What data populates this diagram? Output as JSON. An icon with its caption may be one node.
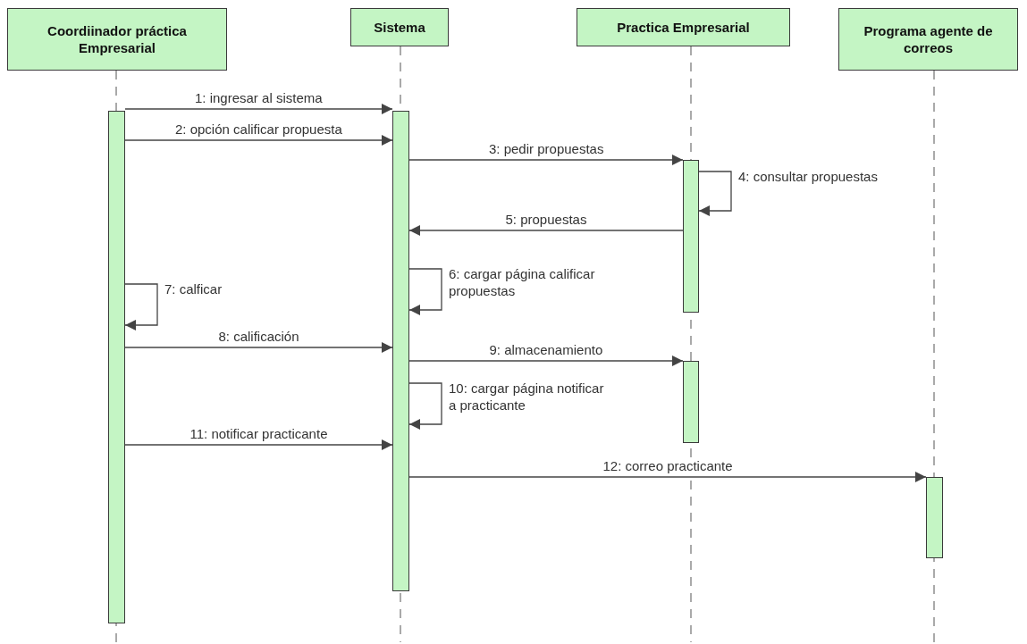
{
  "diagram": {
    "nodes": [
      {
        "text": [
          "Coordiinador práctica Empresarial"
        ]
      },
      {
        "text": [
          "Sistema"
        ]
      },
      {
        "text": [
          "Practica Empresarial"
        ]
      },
      {
        "text": [
          "Programa agente de correos"
        ]
      },
      {
        "text": [],
        "shape": "bar"
      },
      {
        "text": [],
        "shape": "bar"
      },
      {
        "text": [],
        "shape": "bar"
      },
      {
        "text": [],
        "shape": "bar"
      },
      {
        "text": [],
        "shape": "bar"
      }
    ],
    "edges": [
      {
        "from": 4,
        "to": 5,
        "arrow": "to",
        "label": "1: ingresar al sistema"
      },
      {
        "from": 4,
        "to": 5,
        "arrow": "to",
        "label": "2: opción calificar propuesta"
      },
      {
        "from": 5,
        "to": 6,
        "arrow": "to",
        "label": "3: pedir propuestas"
      },
      {
        "from": 6,
        "to": 6,
        "arrow": "to",
        "label": "4: consultar propuestas"
      },
      {
        "from": 6,
        "to": 5,
        "arrow": "to",
        "label": "5: propuestas"
      },
      {
        "from": 5,
        "to": 5,
        "arrow": "to",
        "label": "6: cargar página calificar propuestas"
      },
      {
        "from": 4,
        "to": 4,
        "arrow": "to",
        "label": "7: calficar"
      },
      {
        "from": 4,
        "to": 5,
        "arrow": "to",
        "label": "8: calificación"
      },
      {
        "from": 5,
        "to": 7,
        "arrow": "to",
        "label": "9: almacenamiento"
      },
      {
        "from": 5,
        "to": 5,
        "arrow": "to",
        "label": "10: cargar página notificar a practicante"
      },
      {
        "from": 4,
        "to": 5,
        "arrow": "to",
        "label": "11: notificar practicante"
      },
      {
        "from": 5,
        "to": 8,
        "arrow": "to",
        "label": "12: correo practicante"
      }
    ]
  }
}
